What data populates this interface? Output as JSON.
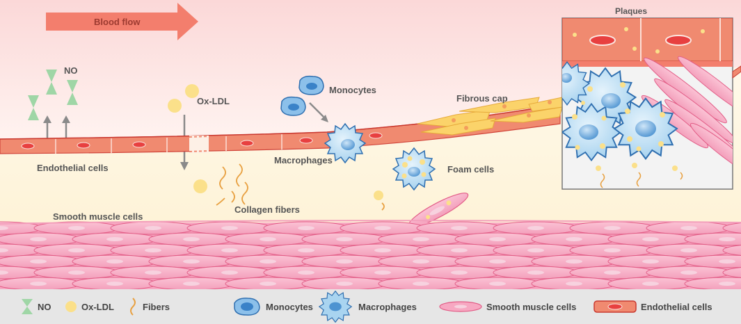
{
  "labels": {
    "blood_flow": "Blood flow",
    "no": "NO",
    "ox_ldl": "Ox-LDL",
    "monocytes": "Monocytes",
    "fibrous_cap": "Fibrous cap",
    "plaques": "Plaques",
    "endothelial_cells": "Endothelial cells",
    "macrophages": "Macrophages",
    "foam_cells": "Foam cells",
    "collagen_fibers": "Collagen fibers",
    "smooth_muscle_cells": "Smooth muscle cells"
  },
  "legend": [
    {
      "icon": "no-molecule-icon",
      "label": "NO"
    },
    {
      "icon": "ox-ldl-icon",
      "label": "Ox-LDL"
    },
    {
      "icon": "fiber-icon",
      "label": "Fibers"
    },
    {
      "icon": "monocyte-icon",
      "label": "Monocytes"
    },
    {
      "icon": "macrophage-icon",
      "label": "Macrophages"
    },
    {
      "icon": "smooth-muscle-cell-icon",
      "label": "Smooth muscle cells"
    },
    {
      "icon": "endothelial-cell-icon",
      "label": "Endothelial cells"
    }
  ],
  "colors": {
    "endothelial": "#f08a70",
    "endothelial_nucleus": "#e84040",
    "smooth_muscle": "#f7a8c2",
    "macrophage": "#a9d4f0",
    "monocyte": "#3a82c8",
    "ldl": "#fbe08a",
    "no": "#9fd6a6",
    "fiber": "#e8a040",
    "arrow": "#f37e6d",
    "fibrous_cap": "#fbd36a"
  }
}
